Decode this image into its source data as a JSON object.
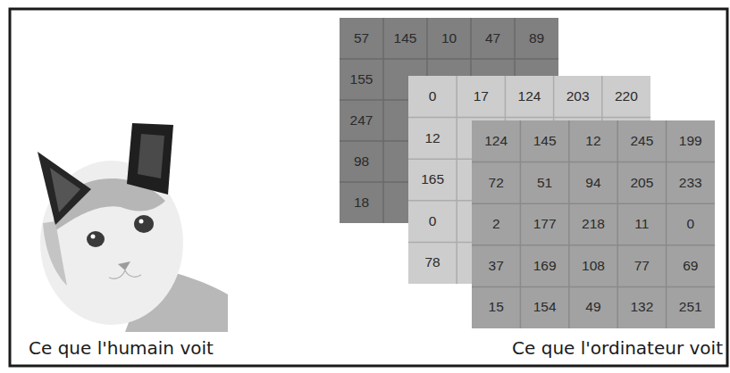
{
  "diagram": {
    "labels": [
      "57",
      "145",
      "10",
      "47",
      "89",
      "155",
      "247",
      "98",
      "18",
      "0",
      "17",
      "124",
      "203",
      "220",
      "12",
      "165",
      "0",
      "78",
      "124",
      "145",
      "12",
      "245",
      "199",
      "72",
      "51",
      "94",
      "205",
      "233",
      "2",
      "177",
      "218",
      "11",
      "0",
      "37",
      "169",
      "108",
      "77",
      "69",
      "15",
      "154",
      "49",
      "132",
      "251",
      "Ce que l'humain voit",
      "Ce que l'ordinateur voit"
    ]
  }
}
